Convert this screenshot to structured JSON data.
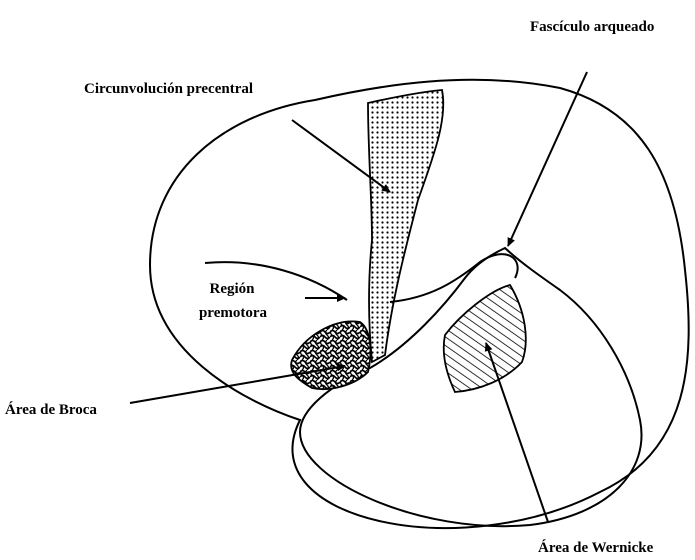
{
  "diagram": {
    "labels": {
      "fasciculo": "Fascículo arqueado",
      "circunvolucion": "Circunvolución precentral",
      "region_line1": "Región",
      "region_line2": "premotora",
      "broca": "Área de Broca",
      "wernicke": "Área de Wernicke"
    },
    "colors": {
      "ink": "#000000",
      "background": "#ffffff"
    }
  }
}
